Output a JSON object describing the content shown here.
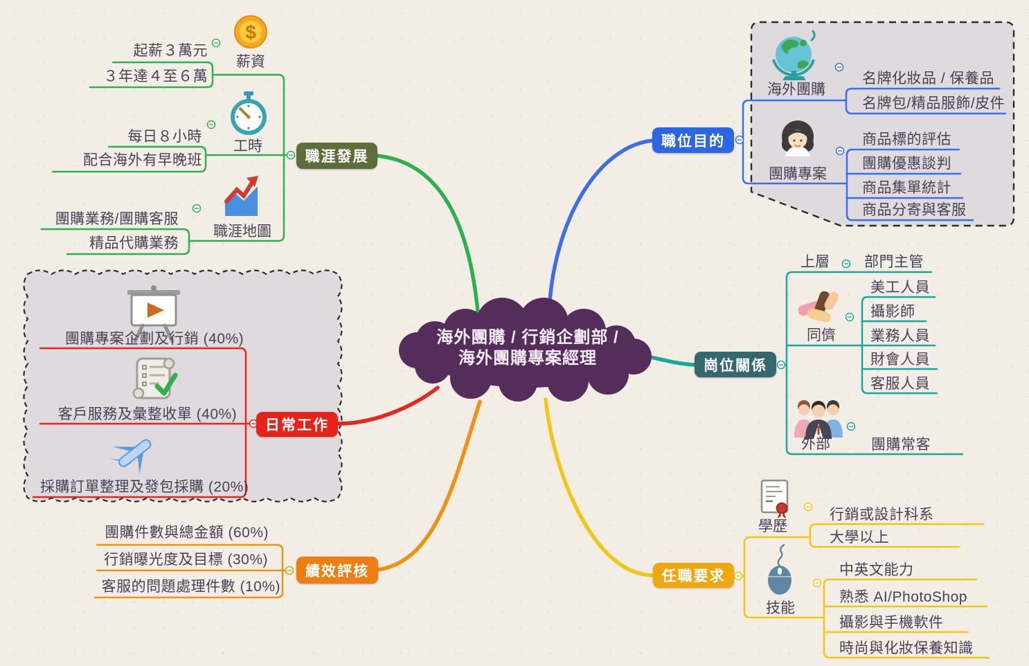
{
  "center": {
    "line1": "海外團購 / 行銷企劃部 /",
    "line2": "海外團購專案經理"
  },
  "branches": {
    "career": {
      "label": "職涯發展",
      "salary": {
        "label": "薪資",
        "icon": "coin-icon",
        "items": [
          "起薪３萬元",
          "３年達４至６萬"
        ]
      },
      "hours": {
        "label": "工時",
        "icon": "stopwatch-icon",
        "items": [
          "每日８小時",
          "配合海外有早晚班"
        ]
      },
      "map": {
        "label": "職涯地圖",
        "icon": "trend-chart-icon",
        "items": [
          "團購業務/團購客服",
          "精品代購業務"
        ]
      }
    },
    "purpose": {
      "label": "職位目的",
      "overseas": {
        "label": "海外團購",
        "icon": "globe-icon",
        "items": [
          "名牌化妝品 / 保養品",
          "名牌包/精品服飾/皮件"
        ]
      },
      "project": {
        "label": "團購專案",
        "icon": "woman-avatar-icon",
        "items": [
          "商品標的評估",
          "團購優惠談判",
          "商品集單統計",
          "商品分寄與客服"
        ]
      }
    },
    "relations": {
      "label": "崗位關係",
      "upper": {
        "label": "上層",
        "items": [
          "部門主管"
        ]
      },
      "peers": {
        "label": "同儕",
        "icon": "hands-icon",
        "items": [
          "美工人員",
          "攝影師",
          "業務人員",
          "財會人員",
          "客服人員"
        ]
      },
      "external": {
        "label": "外部",
        "icon": "people-group-icon",
        "items": [
          "團購常客"
        ]
      }
    },
    "daily": {
      "label": "日常工作",
      "items": [
        "團購專案企劃及行銷 (40%)",
        "客戶服務及彙整收單 (40%)",
        "採購訂單整理及發包採購 (20%)"
      ],
      "icons": [
        "presentation-icon",
        "scroll-checklist-icon",
        "airplane-icon"
      ]
    },
    "performance": {
      "label": "績效評核",
      "items": [
        "團購件數與總金額 (60%)",
        "行銷曝光度及目標 (30%)",
        "客服的問題處理件數 (10%)"
      ]
    },
    "requirements": {
      "label": "任職要求",
      "education": {
        "label": "學歷",
        "icon": "diploma-icon",
        "items": [
          "行銷或設計科系",
          "大學以上"
        ]
      },
      "skills": {
        "label": "技能",
        "icon": "mouse-icon",
        "items": [
          "中英文能力",
          "熟悉 AI/PhotoShop",
          "攝影與手機軟件",
          "時尚與化妝保養知識"
        ]
      }
    }
  },
  "colors": {
    "background": "#f2eee6",
    "center_fill": "#542d5a",
    "career_line": "#2db04e",
    "career_node": "#5e6e3b",
    "purpose_line": "#3b6ee8",
    "purpose_node": "#2b66e4",
    "relations_line": "#1aa79b",
    "relations_node": "#32686e",
    "daily_line": "#e6251c",
    "daily_node": "#e7221a",
    "performance_line": "#f0920f",
    "performance_node": "#ef7e10",
    "requirements_line": "#f2c714",
    "requirements_node": "#f0a70e",
    "panel_fill": "#dcd8dc",
    "panel_border": "#2b2b2b",
    "text": "#4a4056"
  }
}
